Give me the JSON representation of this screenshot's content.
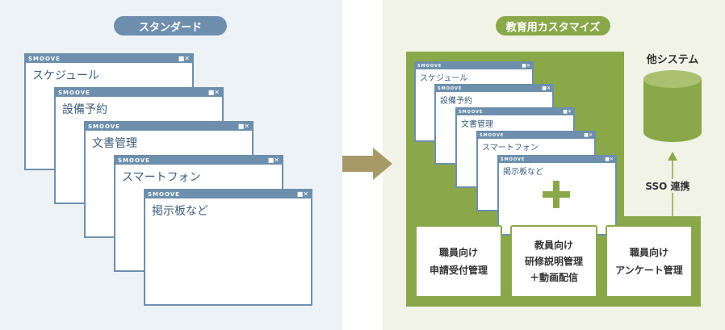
{
  "left": {
    "pill": "スタンダード",
    "windows": [
      {
        "brand": "SMOOVE",
        "title": "スケジュール"
      },
      {
        "brand": "SMOOVE",
        "title": "設備予約"
      },
      {
        "brand": "SMOOVE",
        "title": "文書管理"
      },
      {
        "brand": "SMOOVE",
        "title": "スマートフォン"
      },
      {
        "brand": "SMOOVE",
        "title": "掲示板など"
      }
    ]
  },
  "right": {
    "pill": "教育用カスタマイズ",
    "windows": [
      {
        "brand": "SMOOVE",
        "title": "スケジュール"
      },
      {
        "brand": "SMOOVE",
        "title": "設備予約"
      },
      {
        "brand": "SMOOVE",
        "title": "文書管理"
      },
      {
        "brand": "SMOOVE",
        "title": "スマートフォン"
      },
      {
        "brand": "SMOOVE",
        "title": "掲示板など"
      }
    ],
    "boxes": [
      {
        "lines": [
          "職員向け",
          "申請受付管理"
        ]
      },
      {
        "lines": [
          "教員向け",
          "研修説明管理",
          "＋動画配信"
        ]
      },
      {
        "lines": [
          "職員向け",
          "アンケート管理"
        ]
      }
    ],
    "other_system": "他システム",
    "sso_label": "SSO 連携"
  },
  "window_controls": "■✕",
  "colors": {
    "blue": "#6d8fad",
    "green": "#8aa84a",
    "arrow": "#a89a66"
  }
}
